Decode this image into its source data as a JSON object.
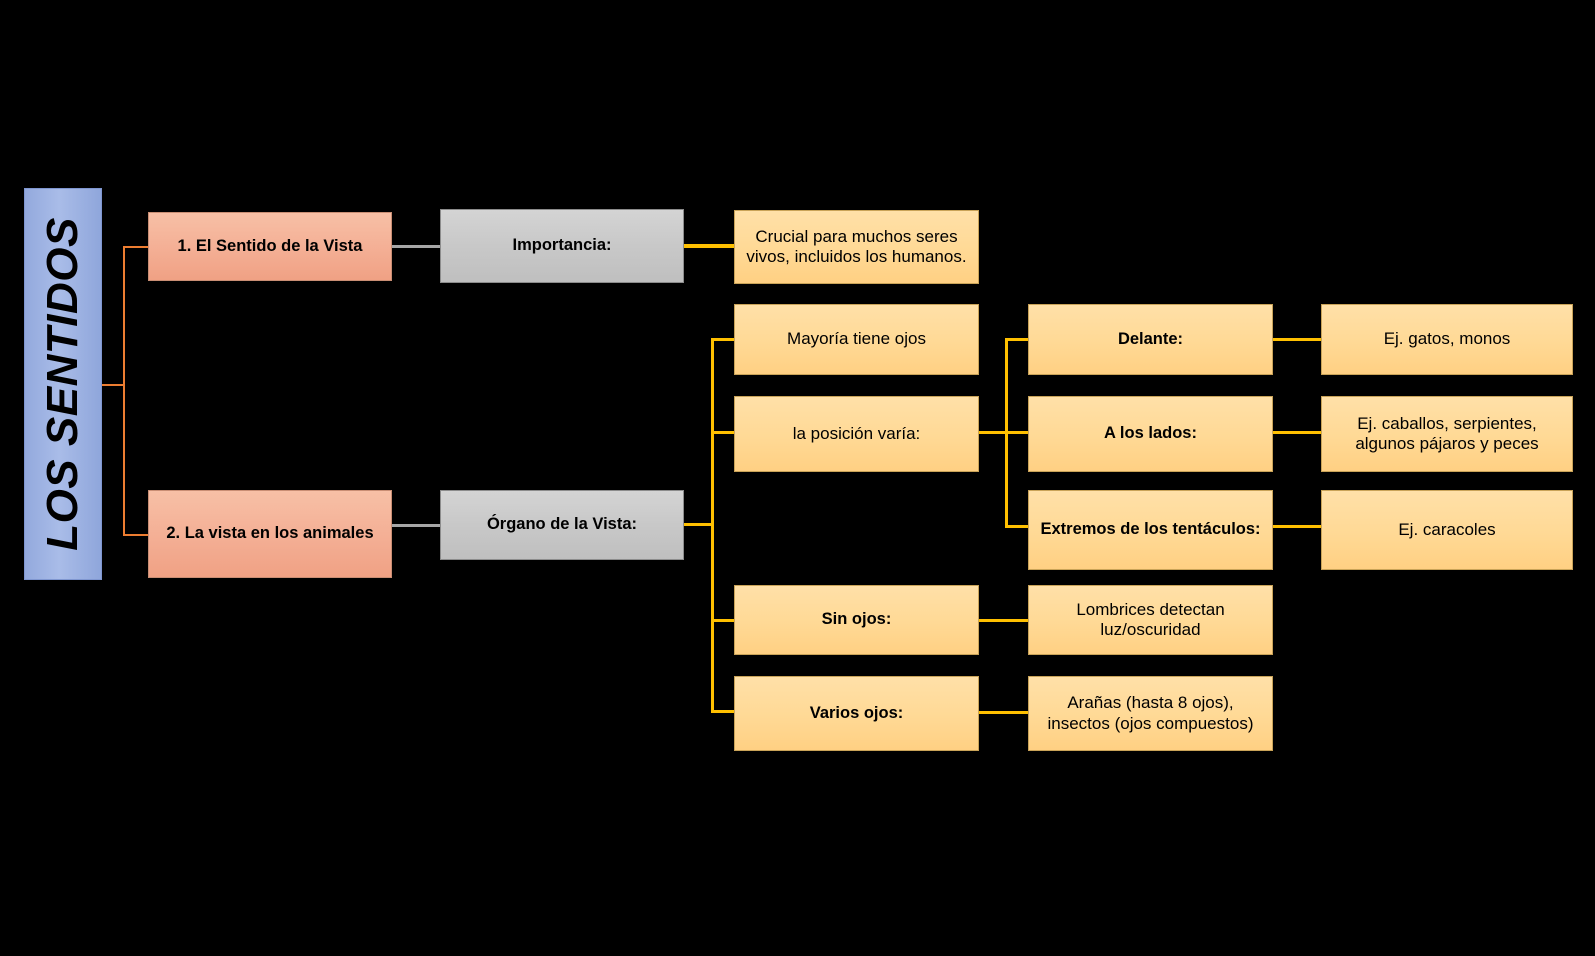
{
  "title": {
    "text": "LOS SENTIDOS"
  },
  "colors": {
    "background": "#000000",
    "title_bar": "#a9bce8",
    "level1_box": "#f4b096",
    "level2_box": "#c8c8c8",
    "detail_box": "#ffd995",
    "connector_orange": "#ed7d31",
    "connector_gray": "#a6a6a6",
    "connector_gold": "#ffc000"
  },
  "nodes": {
    "branch1": "1. El Sentido de la Vista",
    "branch2": "2. La vista en los animales",
    "importancia": "Importancia:",
    "organo": "Órgano de la Vista:",
    "crucial": "Crucial para muchos seres\nvivos, incluidos los humanos.",
    "mayoria": "Mayoría tiene ojos",
    "posicion": "la posición varía:",
    "sin_ojos": "Sin ojos:",
    "varios_ojos": "Varios ojos:",
    "delante": "Delante:",
    "a_los_lados": "A los lados:",
    "extremos": "Extremos de los tentáculos:",
    "ej_gatos": "Ej. gatos, monos",
    "ej_caballos": "Ej. caballos, serpientes,\nalgunos pájaros y peces",
    "ej_caracoles": "Ej. caracoles",
    "lombrices": "Lombrices detectan\nluz/oscuridad",
    "aranas": "Arañas (hasta 8 ojos),\ninsectos (ojos compuestos)"
  },
  "chart_data": {
    "type": "table",
    "title": "LOS SENTIDOS",
    "tree": [
      {
        "label": "1. El Sentido de la Vista",
        "children": [
          {
            "label": "Importancia:",
            "children": [
              {
                "label": "Crucial para muchos seres vivos, incluidos los humanos.",
                "children": []
              }
            ]
          }
        ]
      },
      {
        "label": "2. La vista en los animales",
        "children": [
          {
            "label": "Órgano de la Vista:",
            "children": [
              {
                "label": "Mayoría tiene ojos",
                "children": []
              },
              {
                "label": "la posición varía:",
                "children": [
                  {
                    "label": "Delante:",
                    "children": [
                      {
                        "label": "Ej. gatos, monos",
                        "children": []
                      }
                    ]
                  },
                  {
                    "label": "A los lados:",
                    "children": [
                      {
                        "label": "Ej. caballos, serpientes, algunos pájaros y peces",
                        "children": []
                      }
                    ]
                  },
                  {
                    "label": "Extremos de los tentáculos:",
                    "children": [
                      {
                        "label": "Ej. caracoles",
                        "children": []
                      }
                    ]
                  }
                ]
              },
              {
                "label": "Sin ojos:",
                "children": [
                  {
                    "label": "Lombrices detectan luz/oscuridad",
                    "children": []
                  }
                ]
              },
              {
                "label": "Varios ojos:",
                "children": [
                  {
                    "label": "Arañas (hasta 8 ojos), insectos (ojos compuestos)",
                    "children": []
                  }
                ]
              }
            ]
          }
        ]
      }
    ]
  }
}
